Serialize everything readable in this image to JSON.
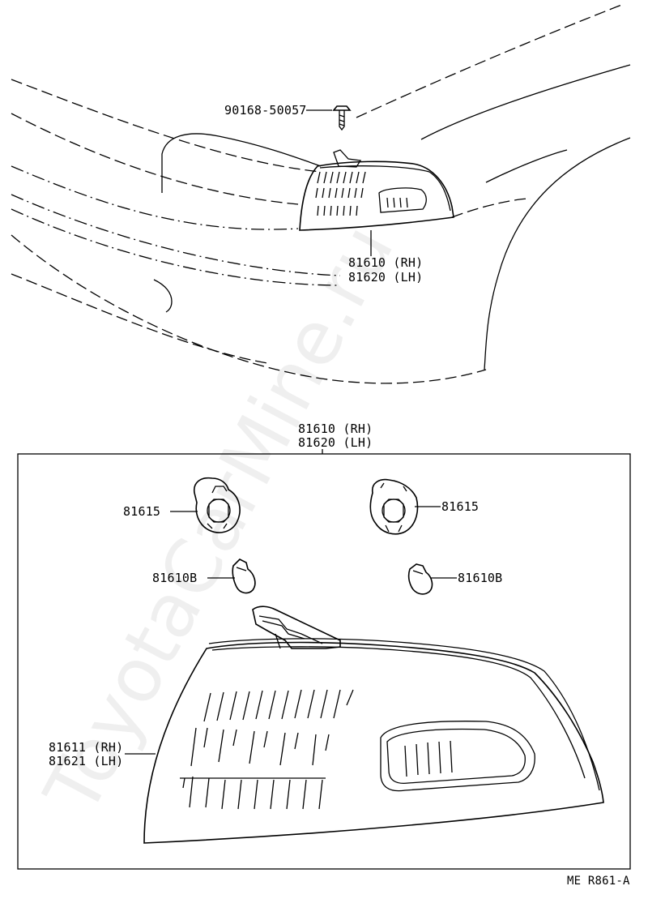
{
  "top_view": {
    "screw_part": "90168-50057",
    "lamp_part_rh": "81610 (RH)",
    "lamp_part_lh": "81620 (LH)"
  },
  "detail_view": {
    "assembly_rh": "81610 (RH)",
    "assembly_lh": "81620 (LH)",
    "socket_left": "81615",
    "socket_right": "81615",
    "bulb_left": "81610B",
    "bulb_right": "81610B",
    "lens_rh": "81611 (RH)",
    "lens_lh": "81621 (LH)"
  },
  "diagram_code": "ME  R861-A",
  "watermark": "ToyotaCarMine.ru"
}
